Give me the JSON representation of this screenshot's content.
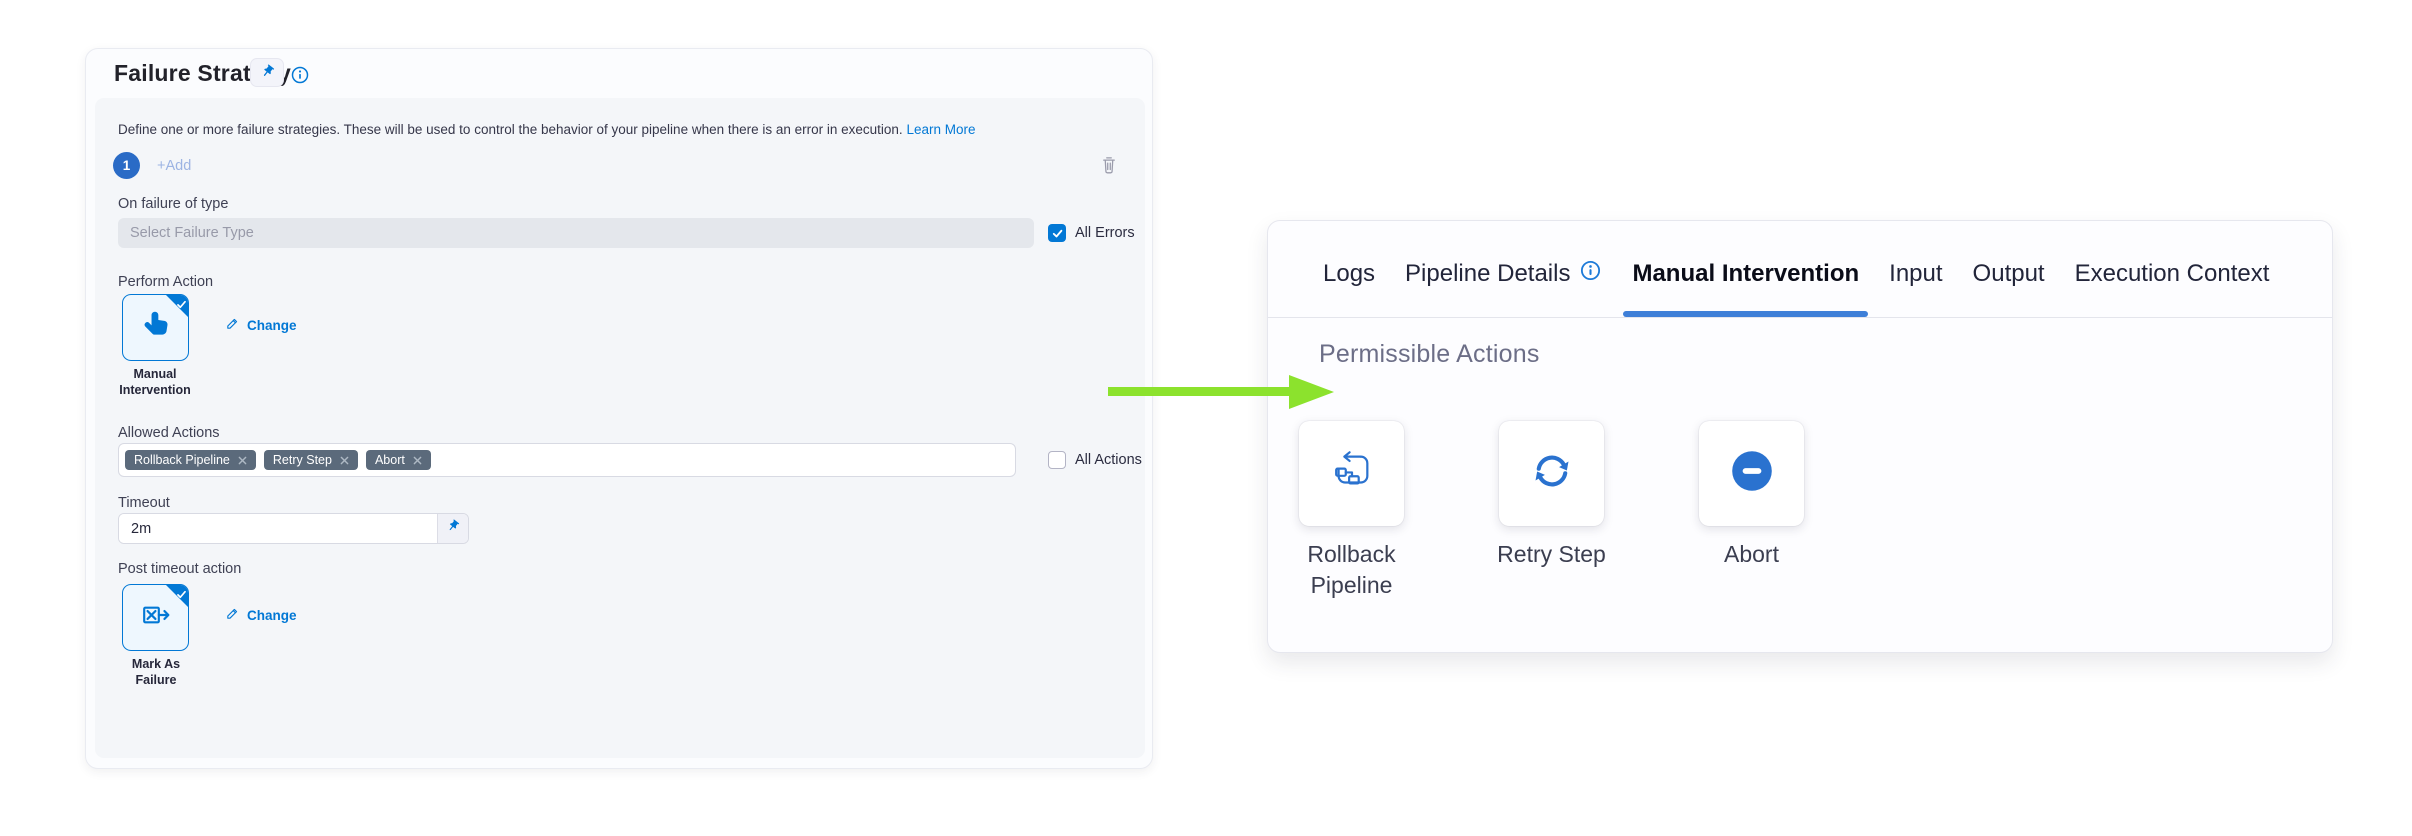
{
  "left_panel": {
    "title": "Failure Strategy",
    "description": "Define one or more failure strategies. These will be used to control the behavior of your pipeline when there is an error in execution.",
    "learn_more_label": "Learn More",
    "strategy_index": "1",
    "add_label": "+Add",
    "fields": {
      "failure_type_label": "On failure of type",
      "failure_type_placeholder": "Select Failure Type",
      "all_errors_label": "All Errors",
      "all_errors_checked": true,
      "perform_action_label": "Perform Action",
      "perform_action_value": "Manual Intervention",
      "change_label": "Change",
      "allowed_actions_label": "Allowed Actions",
      "allowed_actions_tags": [
        "Rollback Pipeline",
        "Retry Step",
        "Abort"
      ],
      "all_actions_label": "All Actions",
      "all_actions_checked": false,
      "timeout_label": "Timeout",
      "timeout_value": "2m",
      "post_timeout_label": "Post timeout action",
      "post_timeout_value": "Mark As Failure"
    }
  },
  "right_panel": {
    "tabs": [
      {
        "label": "Logs",
        "active": false,
        "has_info_icon": false
      },
      {
        "label": "Pipeline Details",
        "active": false,
        "has_info_icon": true
      },
      {
        "label": "Manual Intervention",
        "active": true,
        "has_info_icon": false
      },
      {
        "label": "Input",
        "active": false,
        "has_info_icon": false
      },
      {
        "label": "Output",
        "active": false,
        "has_info_icon": false
      },
      {
        "label": "Execution Context",
        "active": false,
        "has_info_icon": false
      }
    ],
    "heading": "Permissible Actions",
    "actions": [
      {
        "label": "Rollback Pipeline",
        "icon": "rollback-pipeline-icon"
      },
      {
        "label": "Retry Step",
        "icon": "retry-icon"
      },
      {
        "label": "Abort",
        "icon": "abort-icon"
      }
    ]
  },
  "colors": {
    "primary_blue": "#0278d5",
    "badge_blue": "#2a6bc6",
    "icon_blue": "#2a72cf",
    "active_tab_underline": "#3e7fd8",
    "tag_background": "#5b6a7b",
    "arrow_green": "#8ce22d"
  }
}
